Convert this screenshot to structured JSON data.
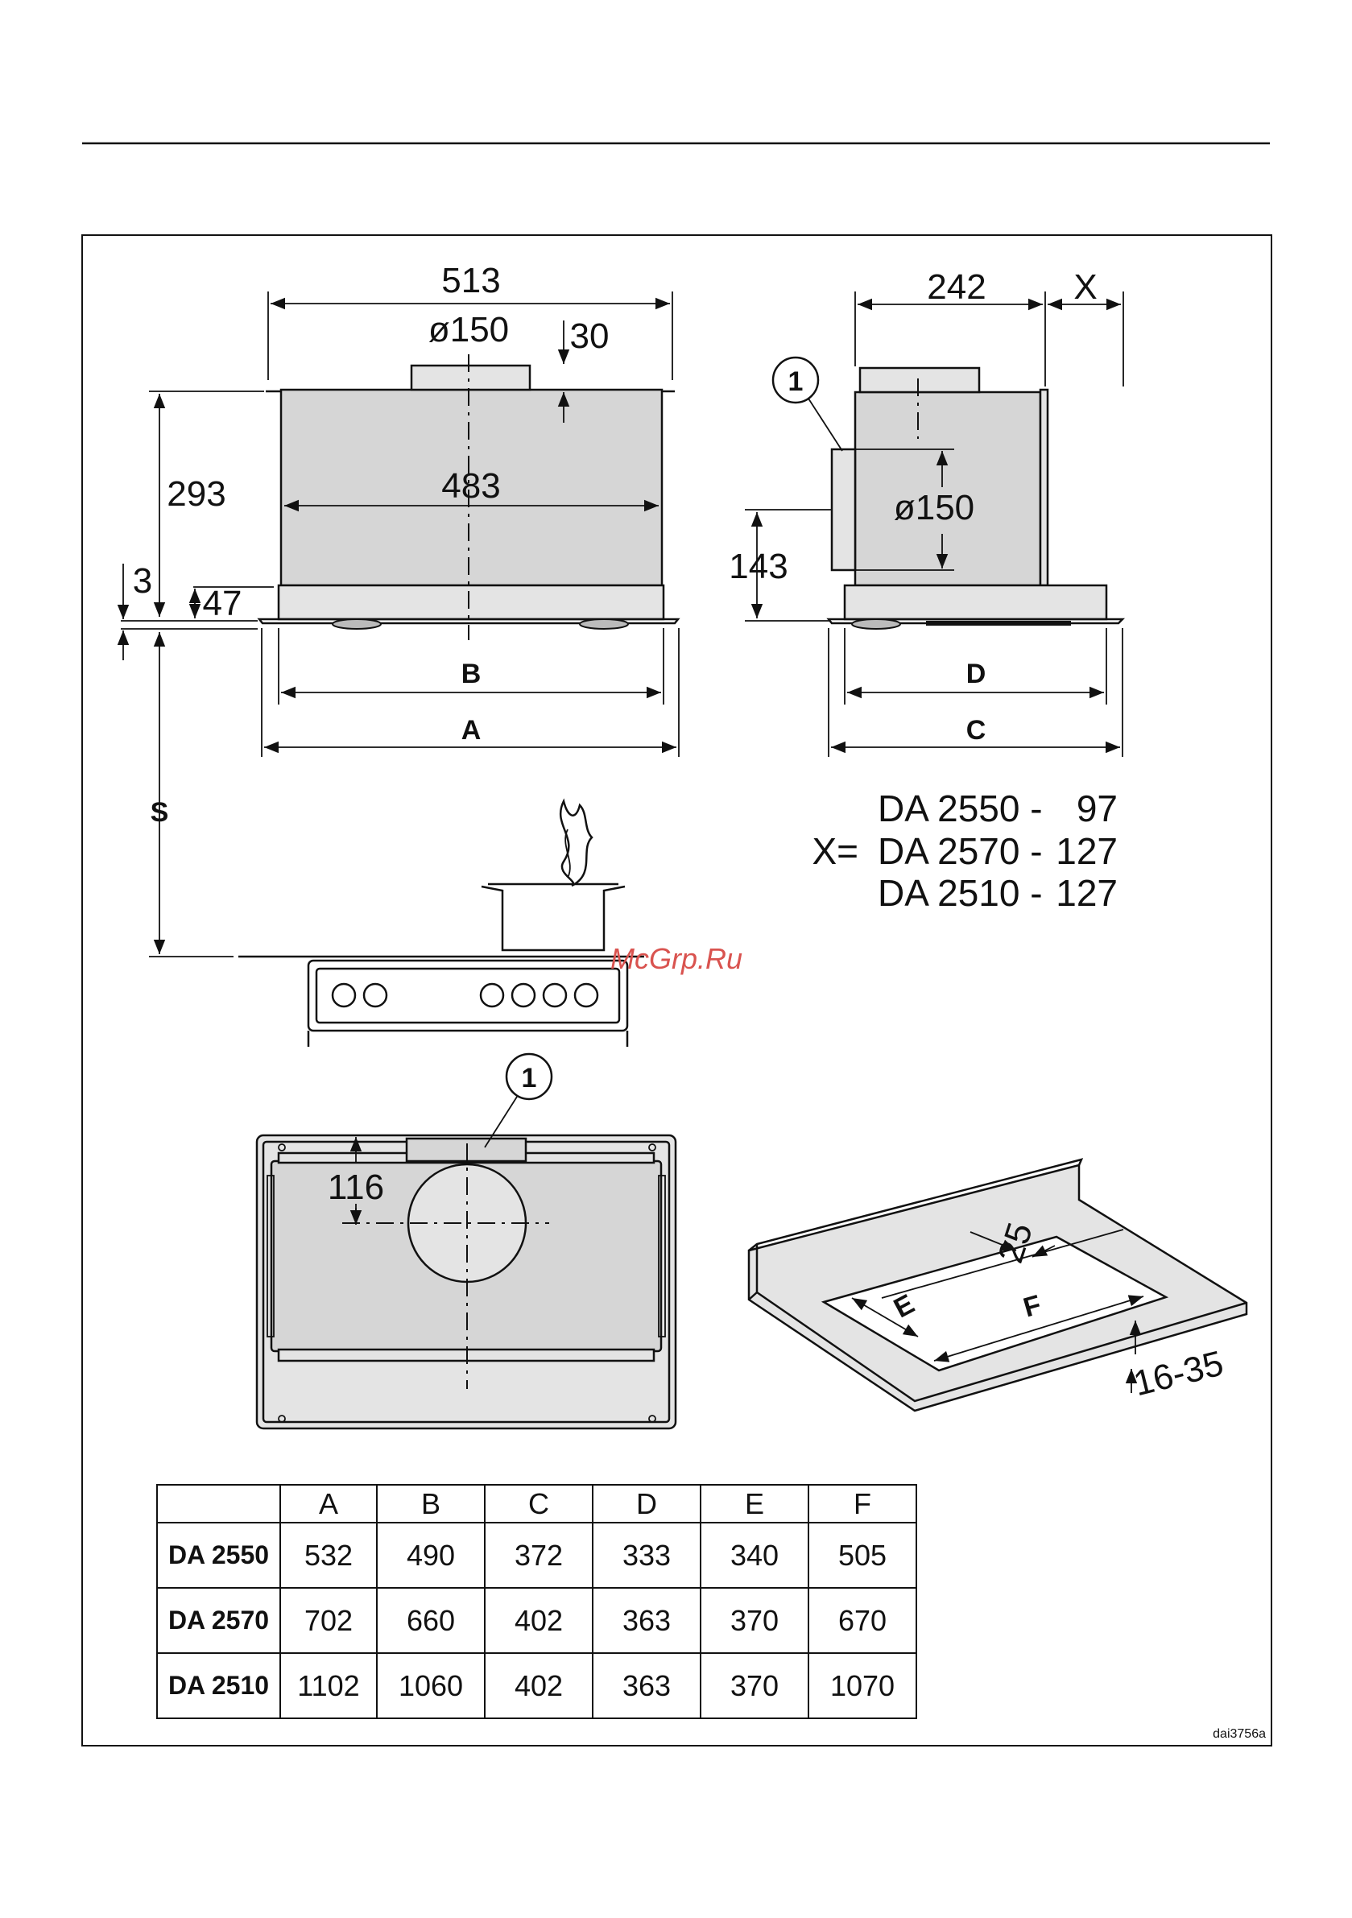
{
  "dimensions": {
    "width_top": "513",
    "duct_diameter": "ø150",
    "duct_height": "30",
    "body_width": "483",
    "height": "293",
    "offset_small": "3",
    "base_height": "47",
    "side_depth": "242",
    "side_extra": "X",
    "side_duct_diameter": "ø150",
    "side_duct_height": "143",
    "top_duct_offset": "116",
    "cutout_margin": "25",
    "worktop_thickness": "16-35"
  },
  "labels": {
    "A": "A",
    "B": "B",
    "C": "C",
    "D": "D",
    "E": "E",
    "F": "F",
    "S": "S",
    "callout": "1"
  },
  "x_values": {
    "prefix": "X=",
    "rows": [
      {
        "model": "DA 2550 -",
        "value": "97"
      },
      {
        "model": "DA 2570 -",
        "value": "127"
      },
      {
        "model": "DA 2510 -",
        "value": "127"
      }
    ]
  },
  "table": {
    "headers": [
      "",
      "A",
      "B",
      "C",
      "D",
      "E",
      "F"
    ],
    "rows": [
      {
        "model": "DA 2550",
        "values": [
          "532",
          "490",
          "372",
          "333",
          "340",
          "505"
        ]
      },
      {
        "model": "DA 2570",
        "values": [
          "702",
          "660",
          "402",
          "363",
          "370",
          "670"
        ]
      },
      {
        "model": "DA 2510",
        "values": [
          "1102",
          "1060",
          "402",
          "363",
          "370",
          "1070"
        ]
      }
    ]
  },
  "watermark": "McGrp.Ru",
  "drawing_ref": "dai3756a"
}
